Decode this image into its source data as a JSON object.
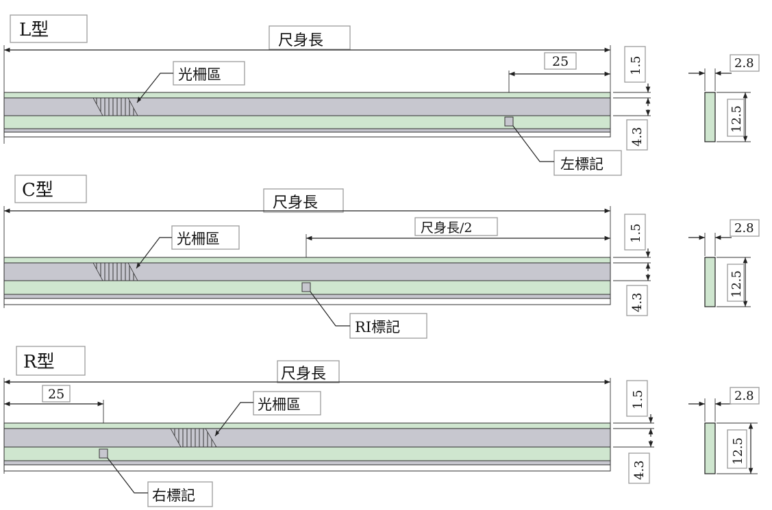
{
  "colors": {
    "green": "#cfe6cf",
    "gray": "#c7c7cf",
    "dark": "#2b2b2b"
  },
  "figures": [
    {
      "type_label": "L型",
      "total_length_label": "尺身長",
      "offset_label": "25",
      "grating_label": "光柵區",
      "mark_label": "左標記",
      "dim_top": "1.5",
      "dim_bottom": "4.3",
      "dim_width": "2.8",
      "dim_height": "12.5"
    },
    {
      "type_label": "C型",
      "total_length_label": "尺身長",
      "offset_label": "尺身長/2",
      "grating_label": "光柵區",
      "mark_label": "RI標記",
      "dim_top": "1.5",
      "dim_bottom": "4.3",
      "dim_width": "2.8",
      "dim_height": "12.5"
    },
    {
      "type_label": "R型",
      "total_length_label": "尺身長",
      "offset_label": "25",
      "grating_label": "光柵區",
      "mark_label": "右標記",
      "dim_top": "1.5",
      "dim_bottom": "4.3",
      "dim_width": "2.8",
      "dim_height": "12.5"
    }
  ]
}
